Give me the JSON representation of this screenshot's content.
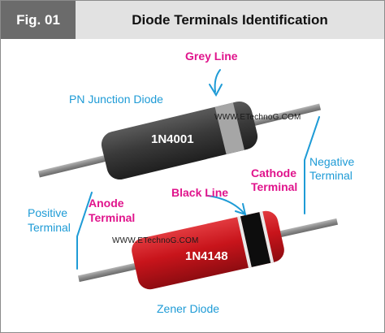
{
  "figure": {
    "tag": "Fig. 01",
    "title": "Diode Terminals Identification"
  },
  "diode_top": {
    "name": "PN Junction Diode",
    "code": "1N4001",
    "band_label": "Grey Line",
    "watermark": "WWW.ETechnoG.COM",
    "body_color": "#3a3a3a",
    "band_color": "#a6a6a6"
  },
  "diode_bottom": {
    "name": "Zener Diode",
    "code": "1N4148",
    "band_label": "Black Line",
    "watermark": "WWW.ETechnoG.COM",
    "body_color": "#c8141b",
    "band_color": "#0d0d0d"
  },
  "terminals": {
    "anode_line1": "Anode",
    "anode_line2": "Terminal",
    "positive_line1": "Positive",
    "positive_line2": "Terminal",
    "cathode_line1": "Cathode",
    "cathode_line2": "Terminal",
    "negative_line1": "Negative",
    "negative_line2": "Terminal"
  },
  "colors": {
    "label_blue": "#1e9bd6",
    "label_pink": "#e0148c",
    "lead_grey": "#8a8a8a"
  }
}
